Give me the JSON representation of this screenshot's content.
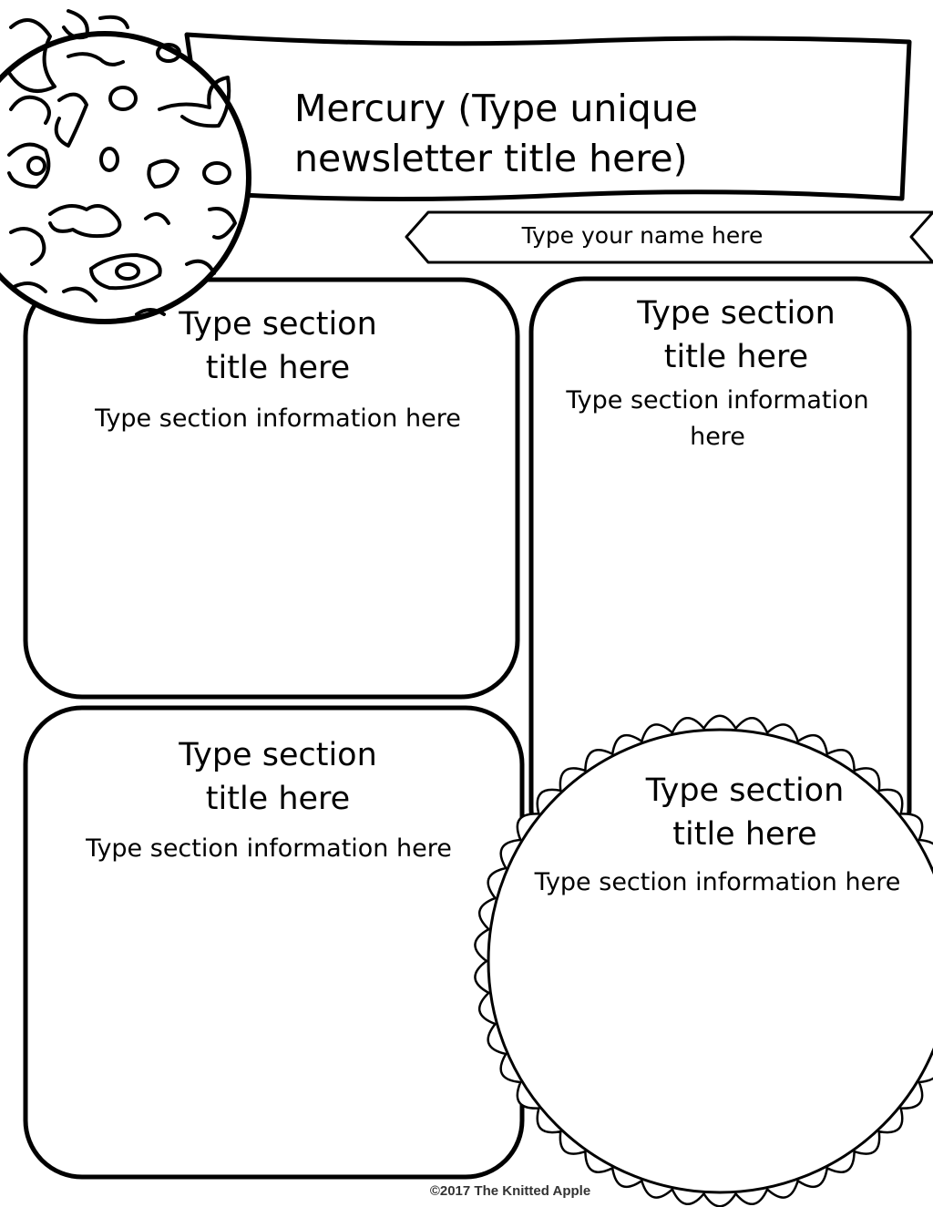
{
  "newsletter": {
    "title": "Mercury (Type unique newsletter title here)",
    "author_placeholder": "Type your name here"
  },
  "sections": [
    {
      "title_line1": "Type section",
      "title_line2": "title here",
      "info": "Type section information here"
    },
    {
      "title_line1": "Type section",
      "title_line2": "title here",
      "info": "Type section information here"
    },
    {
      "title_line1": "Type section",
      "title_line2": "title here",
      "info": "Type section information here"
    },
    {
      "title_line1": "Type section",
      "title_line2": "title here",
      "info": "Type section information here"
    }
  ],
  "footer": {
    "copyright": "©2017 The Knitted Apple"
  },
  "icons": [
    "mercury-planet-icon",
    "sun-icon",
    "banner-ribbon-icon"
  ],
  "colors": {
    "ink": "#000000",
    "paper": "#ffffff"
  }
}
